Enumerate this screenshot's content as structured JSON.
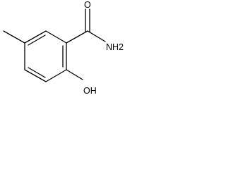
{
  "structure": {
    "atom_labels": {
      "carbonyl_oxygen": "O",
      "amide_nitrogen": "NH2",
      "hydroxyl": "OH"
    },
    "colors": {
      "ink": "#000000",
      "background": "#ffffff"
    }
  }
}
